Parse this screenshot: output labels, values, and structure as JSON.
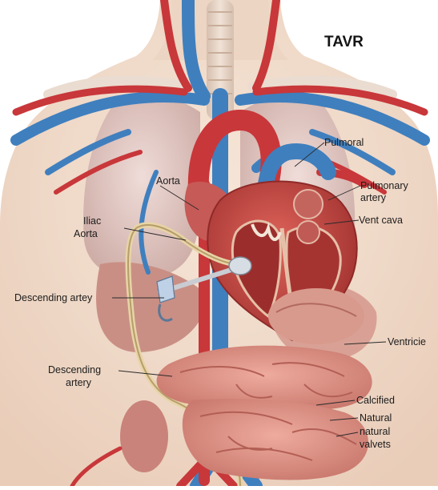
{
  "title": "TAVR",
  "labels": {
    "pulmoral": "Pulmoral",
    "aorta": "Aorta",
    "pulmonary_artery_1": "Pulmonary",
    "pulmonary_artery_2": "artery",
    "vent_cava": "Vent cava",
    "iliac_aorta_1": "Iliac",
    "iliac_aorta_2": "Aorta",
    "descending_artey": "Descending artey",
    "ventricie": "Ventricie",
    "descending_artery_1": "Descending",
    "descending_artery_2": "artery",
    "calcified": "Calcified",
    "natural_1": "Natural",
    "natural_2": "natural",
    "valvets": "valvets"
  },
  "colors": {
    "skin": "#f1dccb",
    "artery": "#c8373a",
    "vein": "#3f7fbe",
    "heart": "#c44a45",
    "lung": "#e3cbc6",
    "intestine": "#dd8f82",
    "catheter": "#e7d4a6"
  }
}
